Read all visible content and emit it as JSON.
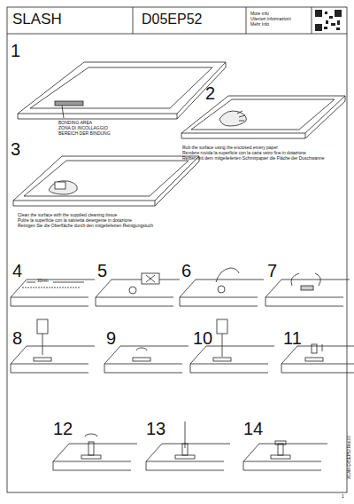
{
  "diagram": {
    "title": "SLASH",
    "labels": [
      "D05EP52",
      "More info",
      "Ulteriori informazioni",
      "Mehr Info",
      "1",
      "BONDING AREA",
      "ZONA DI INCOLLAGGIO",
      "BEREICH DER BINDUNG",
      "2",
      "Rub the surface using the enclosed emery paper",
      "Rendere ruvida la superficie con la carta vetro fine in dotazione",
      "Reiben mit dem mitgelieferten Schmirpapier die Fläche der Duschwanne",
      "3",
      "Clean the surface with the supplied cleaning tissue",
      "Pulire la superficie con la salvietta detergente in dotazione",
      "Reinigen Sie die Oberfläche durch den mitgelieferten Reinigungstuch",
      "4",
      "5",
      "6",
      "7",
      "30mm",
      "8",
      "9",
      "10",
      "11",
      "12",
      "13",
      "14",
      "XCAM-D05EP52 Rev.00",
      "1"
    ]
  }
}
